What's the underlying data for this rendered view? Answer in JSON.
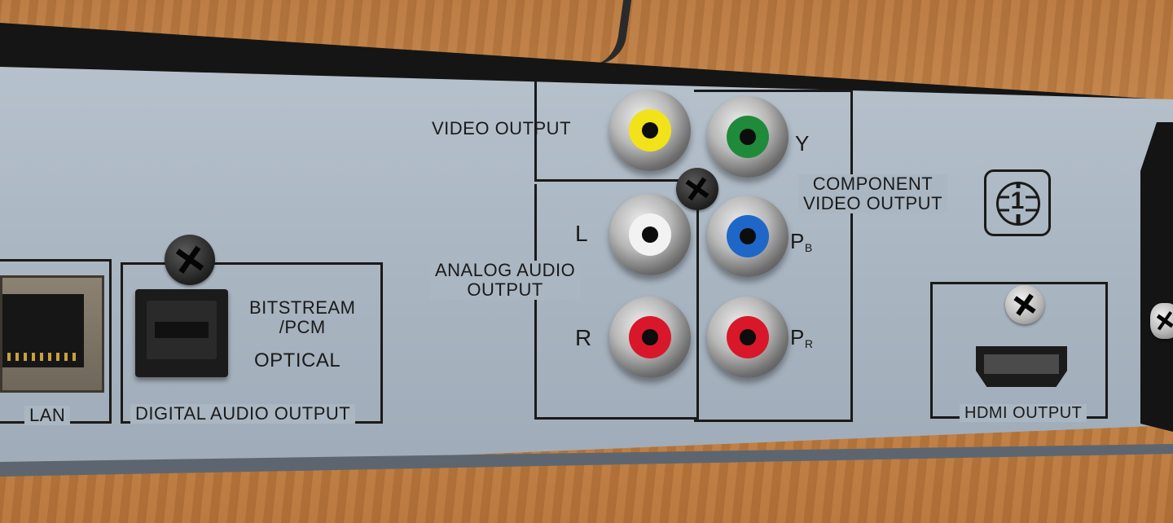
{
  "labels": {
    "video_output": "VIDEO OUTPUT",
    "component_video_output_line1": "COMPONENT",
    "component_video_output_line2": "VIDEO OUTPUT",
    "y": "Y",
    "pb_main": "P",
    "pb_sub": "B",
    "pr_main": "P",
    "pr_sub": "R",
    "left": "L",
    "right": "R",
    "analog_audio_output_line1": "ANALOG AUDIO",
    "analog_audio_output_line2": "OUTPUT",
    "bitstream_line1": "BITSTREAM",
    "bitstream_line2": "/PCM",
    "optical": "OPTICAL",
    "digital_audio_output": "DIGITAL AUDIO OUTPUT",
    "lan": "LAN",
    "hdmi_output": "HDMI OUTPUT",
    "region_code": "1"
  },
  "jacks": [
    {
      "name": "video-jack",
      "color": "#f2e21a"
    },
    {
      "name": "component-y-jack",
      "color": "#1f8a3a"
    },
    {
      "name": "audio-left-jack",
      "color": "#f2f2f2"
    },
    {
      "name": "component-pb-jack",
      "color": "#1e67c8"
    },
    {
      "name": "audio-right-jack",
      "color": "#d8182a"
    },
    {
      "name": "component-pr-jack",
      "color": "#d8182a"
    }
  ]
}
